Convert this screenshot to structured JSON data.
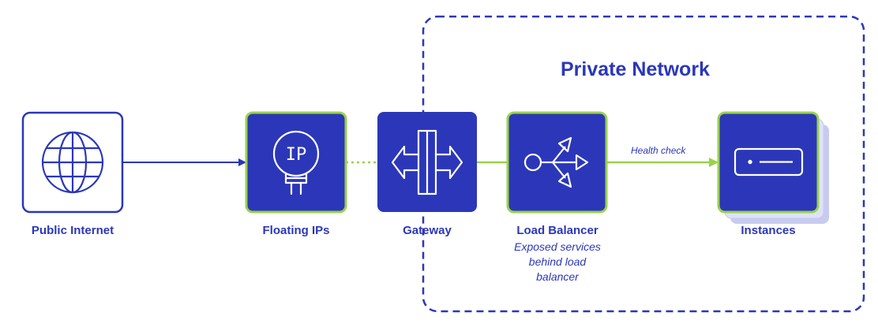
{
  "region": {
    "title": "Private Network"
  },
  "nodes": {
    "public_internet": {
      "label": "Public Internet",
      "icon": "globe-icon"
    },
    "floating_ips": {
      "label": "Floating IPs",
      "icon": "ip-bulb-icon",
      "icon_text": "IP"
    },
    "gateway": {
      "label": "Gateway",
      "icon": "gateway-arrows-icon"
    },
    "load_balancer": {
      "label": "Load Balancer",
      "icon": "load-balancer-icon",
      "sublabel_lines": [
        "Exposed services",
        "behind load",
        "balancer"
      ]
    },
    "instances": {
      "label": "Instances",
      "icon": "server-icon"
    }
  },
  "edges": {
    "health_check": {
      "label": "Health check"
    }
  },
  "colors": {
    "primary": "#2b37b8",
    "accent_green": "#9ad24a",
    "stack_light": "#c7cbf0",
    "white": "#ffffff"
  }
}
